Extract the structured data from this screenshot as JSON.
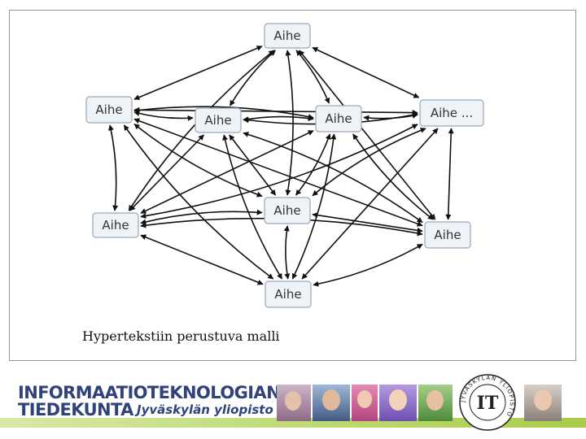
{
  "diagram": {
    "nodes": [
      {
        "id": "top",
        "label": "Aihe"
      },
      {
        "id": "upper-left",
        "label": "Aihe"
      },
      {
        "id": "inner-left",
        "label": "Aihe"
      },
      {
        "id": "inner-right",
        "label": "Aihe"
      },
      {
        "id": "upper-right",
        "label": "Aihe ..."
      },
      {
        "id": "center",
        "label": "Aihe"
      },
      {
        "id": "lower-left",
        "label": "Aihe"
      },
      {
        "id": "lower-right",
        "label": "Aihe"
      },
      {
        "id": "bottom",
        "label": "Aihe"
      }
    ],
    "edges": [
      [
        "top",
        "upper-left"
      ],
      [
        "top",
        "inner-left"
      ],
      [
        "top",
        "inner-right"
      ],
      [
        "top",
        "upper-right"
      ],
      [
        "top",
        "center"
      ],
      [
        "top",
        "lower-left"
      ],
      [
        "top",
        "lower-right"
      ],
      [
        "upper-left",
        "inner-left"
      ],
      [
        "upper-left",
        "inner-right"
      ],
      [
        "upper-left",
        "upper-right"
      ],
      [
        "upper-left",
        "lower-left"
      ],
      [
        "upper-left",
        "center"
      ],
      [
        "upper-left",
        "lower-right"
      ],
      [
        "upper-left",
        "bottom"
      ],
      [
        "inner-left",
        "inner-right"
      ],
      [
        "inner-left",
        "center"
      ],
      [
        "inner-left",
        "lower-right"
      ],
      [
        "inner-left",
        "bottom"
      ],
      [
        "inner-left",
        "lower-left"
      ],
      [
        "inner-right",
        "upper-right"
      ],
      [
        "inner-right",
        "center"
      ],
      [
        "inner-right",
        "lower-left"
      ],
      [
        "inner-right",
        "bottom"
      ],
      [
        "inner-right",
        "lower-right"
      ],
      [
        "upper-right",
        "lower-right"
      ],
      [
        "upper-right",
        "center"
      ],
      [
        "upper-right",
        "lower-left"
      ],
      [
        "upper-right",
        "bottom"
      ],
      [
        "upper-right",
        "inner-left"
      ],
      [
        "center",
        "lower-left"
      ],
      [
        "center",
        "lower-right"
      ],
      [
        "center",
        "bottom"
      ],
      [
        "lower-left",
        "lower-right"
      ],
      [
        "lower-left",
        "bottom"
      ],
      [
        "lower-right",
        "bottom"
      ]
    ]
  },
  "caption": "Hypertekstiin perustuva malli",
  "footer": {
    "faculty_line1": "INFORMAATIOTEKNOLOGIAN",
    "faculty_line2": "TIEDEKUNTA",
    "university": "Jyväskylän yliopisto",
    "seal_monogram": "IT",
    "seal_ring_text": "JYVÄSKYLÄN YLIOPISTO",
    "colors": {
      "brand_blue": "#30427a",
      "band_green": "#a9cc4a"
    }
  }
}
